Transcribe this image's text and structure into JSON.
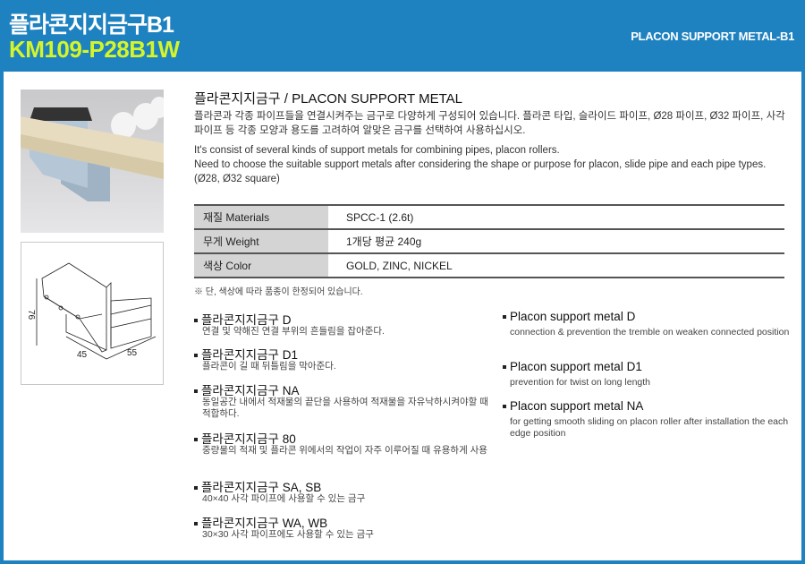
{
  "header": {
    "title": "플라콘지지금구B1",
    "code": "KM109-P28B1W",
    "right_title": "PLACON SUPPORT METAL-B1"
  },
  "drawing": {
    "dim_height": "76",
    "dim_width": "45",
    "dim_depth": "55"
  },
  "main": {
    "title": "플라콘지지금구 / PLACON SUPPORT METAL",
    "desc_ko": "플라콘과 각종 파이프들을 연결시켜주는 금구로 다양하게 구성되어 있습니다. 플라콘 타입, 슬라이드 파이프, Ø28 파이프, Ø32 파이프, 사각 파이프 등 각종 모양과 용도를 고려하여 알맞은 금구를 선택하여 사용하십시오.",
    "desc_en_1": "It's consist of several kinds of support metals for combining pipes, placon rollers.",
    "desc_en_2": "Need to choose the suitable support metals after considering the shape or purpose for placon, slide pipe and each pipe types. (Ø28, Ø32 square)",
    "specs": [
      {
        "label": "재질  Materials",
        "value": "SPCC-1 (2.6t)"
      },
      {
        "label": "무게  Weight",
        "value": "1개당 평균 240g"
      },
      {
        "label": "색상  Color",
        "value": "GOLD, ZINC, NICKEL"
      }
    ],
    "note": "※ 단, 색상에 따라 품종이 한정되어 있습니다.",
    "items_ko": [
      {
        "title": "플라콘지지금구 D",
        "desc": "연결 및 약해진 연결 부위의 흔들림을 잡아준다."
      },
      {
        "title": "플라콘지지금구 D1",
        "desc": "플라콘이 길 때 뒤틀림을 막아준다."
      },
      {
        "title": "플라콘지지금구 NA",
        "desc": "동일공간 내에서 적재물의 끝단을 사용하여 적재물을 자유낙하시켜야할 때 적합하다."
      },
      {
        "title": "플라콘지지금구 80",
        "desc": "중량물의 적재 및 플라콘 위에서의 작업이 자주 이루어질 때 유용하게 사용"
      },
      {
        "title": "플라콘지지금구 SA, SB",
        "desc": "40×40 사각 파이프에 사용할 수 있는 금구"
      },
      {
        "title": "플라콘지지금구 WA, WB",
        "desc": "30×30 사각 파이프에도 사용할 수 있는 금구"
      }
    ],
    "items_en": [
      {
        "title": "Placon support metal D",
        "desc": "connection & prevention the tremble on weaken connected position"
      },
      {
        "title": "Placon support metal D1",
        "desc": "prevention for twist on long length"
      },
      {
        "title": "Placon support metal NA",
        "desc": "for getting smooth sliding on placon roller after installation the each edge position"
      }
    ]
  }
}
